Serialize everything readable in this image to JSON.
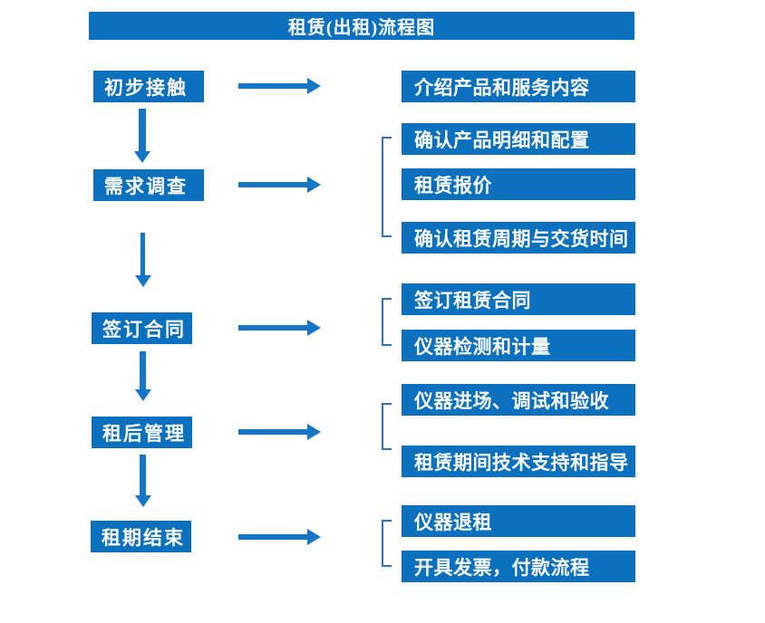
{
  "title": "租赁(出租)流程图",
  "colors": {
    "box_blue": "#0b70bd",
    "arrow_blue": "#1576c8",
    "bracket_blue": "#2e74b5",
    "text_white": "#ffffff"
  },
  "left_steps": [
    {
      "label": "初步接触"
    },
    {
      "label": "需求调查"
    },
    {
      "label": "签订合同"
    },
    {
      "label": "租后管理"
    },
    {
      "label": "租期结束"
    }
  ],
  "right_items": [
    {
      "label": "介绍产品和服务内容"
    },
    {
      "label": "确认产品明细和配置"
    },
    {
      "label": "租赁报价"
    },
    {
      "label": "确认租赁周期与交货时间"
    },
    {
      "label": "签订租赁合同"
    },
    {
      "label": "仪器检测和计量"
    },
    {
      "label": "仪器进场、调试和验收"
    },
    {
      "label": "租赁期间技术支持和指导"
    },
    {
      "label": "仪器退租"
    },
    {
      "label": "开具发票，付款流程"
    }
  ]
}
